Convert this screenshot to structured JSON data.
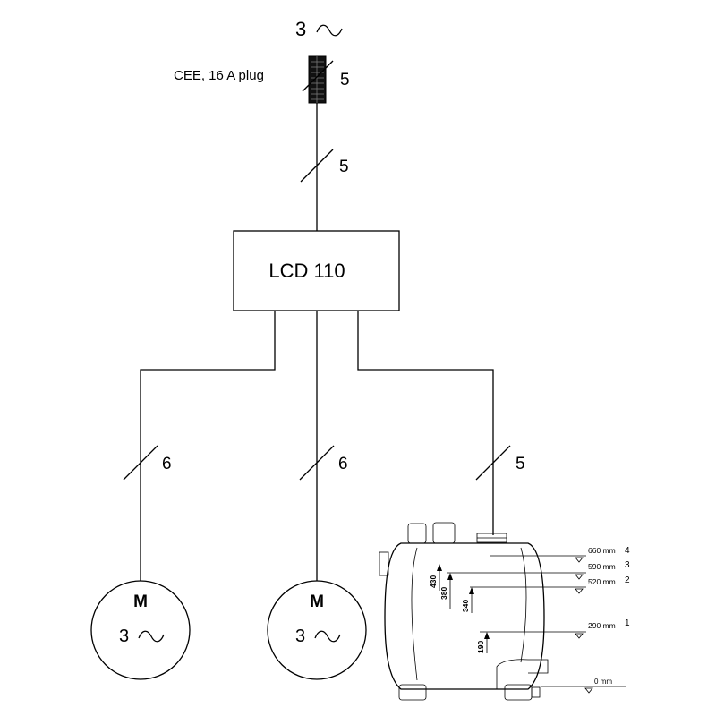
{
  "supply": {
    "phase_count": "3",
    "phase_symbol": "~"
  },
  "plug": {
    "label": "CEE, 16 A plug",
    "conductor_count": "5"
  },
  "feed_line": {
    "conductor_count": "5"
  },
  "controller": {
    "label": "LCD 110"
  },
  "branches": [
    {
      "conductor_count": "6"
    },
    {
      "conductor_count": "6"
    },
    {
      "conductor_count": "5"
    }
  ],
  "motors": [
    {
      "letter": "M",
      "phase_count": "3",
      "phase_symbol": "~"
    },
    {
      "letter": "M",
      "phase_count": "3",
      "phase_symbol": "~"
    }
  ],
  "tank": {
    "levels": [
      {
        "value": "660 mm",
        "number": "4"
      },
      {
        "value": "590 mm",
        "number": "3"
      },
      {
        "value": "520 mm",
        "number": "2"
      },
      {
        "value": "290 mm",
        "number": "1"
      },
      {
        "value": "0 mm",
        "number": ""
      }
    ],
    "vertical_dims": [
      "430",
      "380",
      "340",
      "190"
    ]
  }
}
